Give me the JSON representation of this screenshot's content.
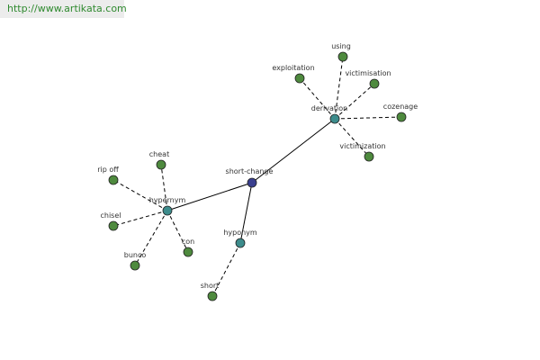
{
  "watermark": {
    "text": "http://www.artikata.com"
  },
  "colors": {
    "root": "#3a3f8f",
    "relation": "#3d8c8c",
    "leaf": "#4e8a3e",
    "watermark_text": "#2f8a2f",
    "watermark_bg": "#ececec"
  },
  "graph": {
    "root": {
      "id": "short-change",
      "label": "short-change"
    },
    "relations": [
      {
        "id": "derivation",
        "label": "derivation",
        "leaves": [
          "using",
          "exploitation",
          "victimisation",
          "cozenage",
          "victimization"
        ]
      },
      {
        "id": "hypernym",
        "label": "hypernym",
        "leaves": [
          "cheat",
          "rip off",
          "chisel",
          "bunco",
          "con"
        ]
      },
      {
        "id": "hyponym",
        "label": "hyponym",
        "leaves": [
          "short"
        ]
      }
    ]
  }
}
